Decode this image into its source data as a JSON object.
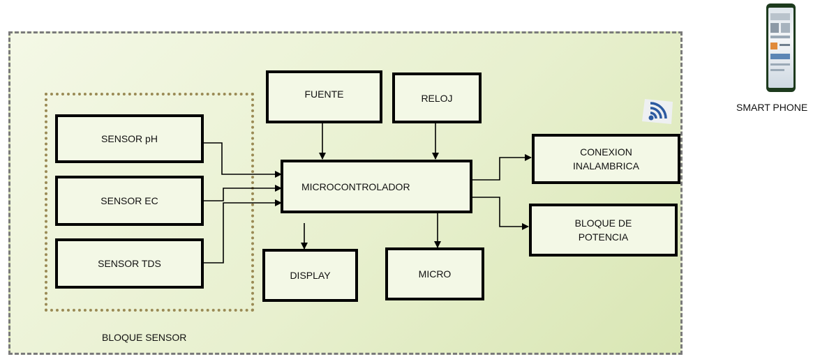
{
  "blocks": {
    "sensor_ph": "SENSOR pH",
    "sensor_ec": "SENSOR EC",
    "sensor_tds": "SENSOR TDS",
    "fuente": "FUENTE",
    "reloj": "RELOJ",
    "microcontrolador": "MICROCONTROLADOR",
    "display": "DISPLAY",
    "micro": "MICRO",
    "conexion": "CONEXION\nINALAMBRICA",
    "potencia": "BLOQUE DE\nPOTENCIA"
  },
  "labels": {
    "bloque_sensor": "BLOQUE SENSOR",
    "smart_phone": "SMART PHONE"
  },
  "icons": [
    "wifi-icon",
    "smartphone-icon"
  ],
  "colors": {
    "background_tint": "#e8f0cf",
    "box_border": "#000000",
    "frame_border": "#7a7a7a",
    "group_border": "#9a8a55"
  }
}
